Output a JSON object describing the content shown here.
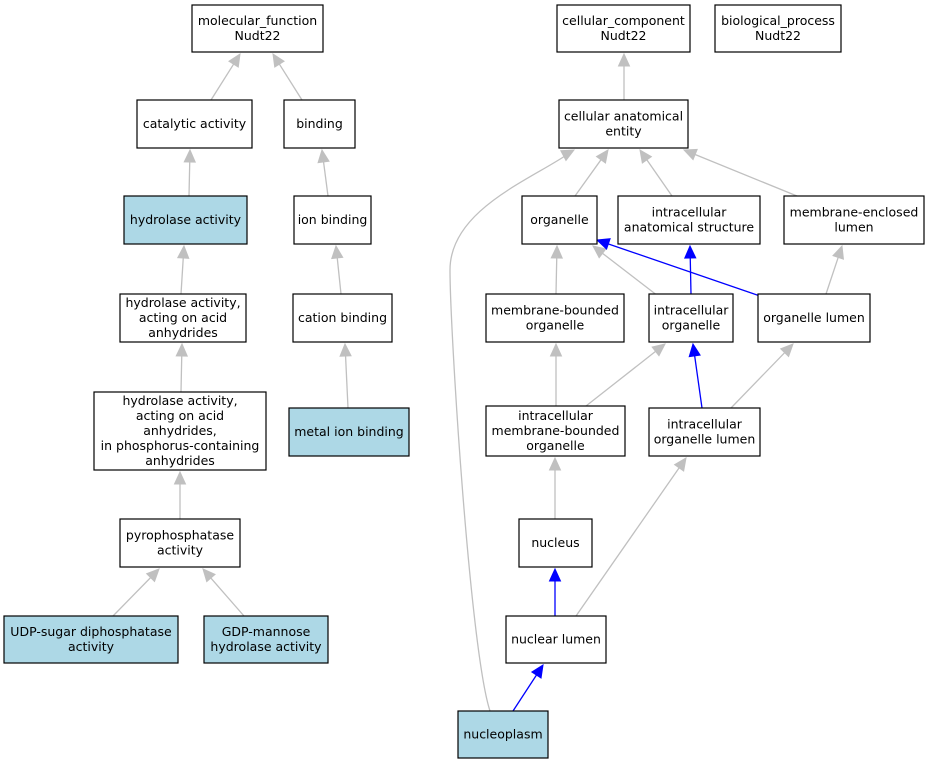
{
  "colors": {
    "highlight_fill": "#add8e6",
    "default_fill": "#ffffff",
    "edge_gray": "#c0c0c0",
    "edge_blue": "#0000ff"
  },
  "nodes": [
    {
      "id": "mf",
      "lines": [
        "molecular_function",
        "Nudt22"
      ],
      "highlight": false
    },
    {
      "id": "cat",
      "lines": [
        "catalytic activity"
      ],
      "highlight": false
    },
    {
      "id": "binding",
      "lines": [
        "binding"
      ],
      "highlight": false
    },
    {
      "id": "hydro",
      "lines": [
        "hydrolase activity"
      ],
      "highlight": true
    },
    {
      "id": "ion",
      "lines": [
        "ion binding"
      ],
      "highlight": false
    },
    {
      "id": "hyacid",
      "lines": [
        "hydrolase activity,",
        "acting on acid",
        "anhydrides"
      ],
      "highlight": false
    },
    {
      "id": "cation",
      "lines": [
        "cation binding"
      ],
      "highlight": false
    },
    {
      "id": "hyphos",
      "lines": [
        "hydrolase activity,",
        "acting on acid",
        "anhydrides,",
        "in phosphorus-containing",
        "anhydrides"
      ],
      "highlight": false
    },
    {
      "id": "metal",
      "lines": [
        "metal ion binding"
      ],
      "highlight": true
    },
    {
      "id": "pyro",
      "lines": [
        "pyrophosphatase",
        "activity"
      ],
      "highlight": false
    },
    {
      "id": "udp",
      "lines": [
        "UDP-sugar diphosphatase",
        "activity"
      ],
      "highlight": true
    },
    {
      "id": "gdp",
      "lines": [
        "GDP-mannose",
        "hydrolase activity"
      ],
      "highlight": true
    },
    {
      "id": "cc",
      "lines": [
        "cellular_component",
        "Nudt22"
      ],
      "highlight": false
    },
    {
      "id": "bp",
      "lines": [
        "biological_process",
        "Nudt22"
      ],
      "highlight": false
    },
    {
      "id": "cae",
      "lines": [
        "cellular anatomical",
        "entity"
      ],
      "highlight": false
    },
    {
      "id": "organelle",
      "lines": [
        "organelle"
      ],
      "highlight": false
    },
    {
      "id": "ias",
      "lines": [
        "intracellular",
        "anatomical structure"
      ],
      "highlight": false
    },
    {
      "id": "mel",
      "lines": [
        "membrane-enclosed",
        "lumen"
      ],
      "highlight": false
    },
    {
      "id": "mbo",
      "lines": [
        "membrane-bounded",
        "organelle"
      ],
      "highlight": false
    },
    {
      "id": "io",
      "lines": [
        "intracellular",
        "organelle"
      ],
      "highlight": false
    },
    {
      "id": "ol",
      "lines": [
        "organelle lumen"
      ],
      "highlight": false
    },
    {
      "id": "imbo",
      "lines": [
        "intracellular",
        "membrane-bounded",
        "organelle"
      ],
      "highlight": false
    },
    {
      "id": "iol",
      "lines": [
        "intracellular",
        "organelle lumen"
      ],
      "highlight": false
    },
    {
      "id": "nucleus",
      "lines": [
        "nucleus"
      ],
      "highlight": false
    },
    {
      "id": "nl",
      "lines": [
        "nuclear lumen"
      ],
      "highlight": false
    },
    {
      "id": "np",
      "lines": [
        "nucleoplasm"
      ],
      "highlight": true
    }
  ],
  "edges": [
    {
      "from": "cat",
      "to": "mf",
      "kind": "is_a"
    },
    {
      "from": "binding",
      "to": "mf",
      "kind": "is_a"
    },
    {
      "from": "hydro",
      "to": "cat",
      "kind": "is_a"
    },
    {
      "from": "ion",
      "to": "binding",
      "kind": "is_a"
    },
    {
      "from": "hyacid",
      "to": "hydro",
      "kind": "is_a"
    },
    {
      "from": "cation",
      "to": "ion",
      "kind": "is_a"
    },
    {
      "from": "hyphos",
      "to": "hyacid",
      "kind": "is_a"
    },
    {
      "from": "metal",
      "to": "cation",
      "kind": "is_a"
    },
    {
      "from": "pyro",
      "to": "hyphos",
      "kind": "is_a"
    },
    {
      "from": "udp",
      "to": "pyro",
      "kind": "is_a"
    },
    {
      "from": "gdp",
      "to": "pyro",
      "kind": "is_a"
    },
    {
      "from": "cae",
      "to": "cc",
      "kind": "is_a"
    },
    {
      "from": "organelle",
      "to": "cae",
      "kind": "is_a"
    },
    {
      "from": "ias",
      "to": "cae",
      "kind": "is_a"
    },
    {
      "from": "mel",
      "to": "cae",
      "kind": "is_a"
    },
    {
      "from": "np",
      "to": "cae",
      "kind": "is_a"
    },
    {
      "from": "mbo",
      "to": "organelle",
      "kind": "is_a"
    },
    {
      "from": "io",
      "to": "organelle",
      "kind": "is_a"
    },
    {
      "from": "io",
      "to": "ias",
      "kind": "part_of"
    },
    {
      "from": "ol",
      "to": "organelle",
      "kind": "part_of"
    },
    {
      "from": "ol",
      "to": "mel",
      "kind": "is_a"
    },
    {
      "from": "imbo",
      "to": "mbo",
      "kind": "is_a"
    },
    {
      "from": "imbo",
      "to": "io",
      "kind": "is_a"
    },
    {
      "from": "iol",
      "to": "io",
      "kind": "part_of"
    },
    {
      "from": "iol",
      "to": "ol",
      "kind": "is_a"
    },
    {
      "from": "nucleus",
      "to": "imbo",
      "kind": "is_a"
    },
    {
      "from": "nl",
      "to": "nucleus",
      "kind": "part_of"
    },
    {
      "from": "nl",
      "to": "iol",
      "kind": "is_a"
    },
    {
      "from": "np",
      "to": "nl",
      "kind": "part_of"
    }
  ]
}
